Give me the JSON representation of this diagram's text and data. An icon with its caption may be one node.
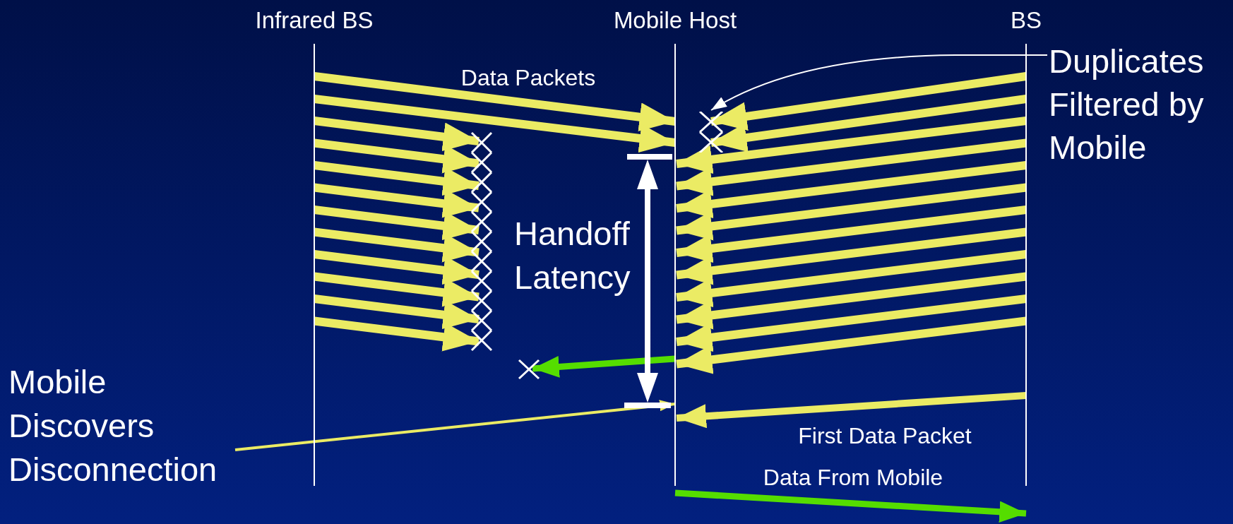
{
  "diagram": {
    "nodes": [
      {
        "text": [
          "Infrared BS"
        ]
      },
      {
        "text": [
          "Mobile Host"
        ]
      },
      {
        "text": [
          "BS"
        ]
      },
      {
        "text": [
          "Duplicates Filtered by Mobile"
        ]
      },
      {
        "text": [
          "Mobile Discovers Disconnection"
        ]
      },
      {
        "text": [],
        "shape": "cross"
      }
    ],
    "edges": [
      {
        "from": 0,
        "to": 1,
        "arrow": "to"
      },
      {
        "from": 0,
        "to": 1,
        "arrow": "to"
      },
      {
        "from": 0,
        "to": null,
        "arrow": "to"
      },
      {
        "from": 0,
        "to": null,
        "arrow": "to"
      },
      {
        "from": 0,
        "to": null,
        "arrow": "to"
      },
      {
        "from": 0,
        "to": null,
        "arrow": "to"
      },
      {
        "from": 0,
        "to": null,
        "arrow": "to"
      },
      {
        "from": 0,
        "to": null,
        "arrow": "to"
      },
      {
        "from": 0,
        "to": null,
        "arrow": "to"
      },
      {
        "from": 0,
        "to": null,
        "arrow": "to"
      },
      {
        "from": 0,
        "to": null,
        "arrow": "to"
      },
      {
        "from": 0,
        "to": null,
        "arrow": "to"
      },
      {
        "from": 2,
        "to": 5,
        "arrow": "to"
      },
      {
        "from": 2,
        "to": 5,
        "arrow": "to"
      },
      {
        "from": 2,
        "to": 1,
        "arrow": "to"
      },
      {
        "from": 2,
        "to": 1,
        "arrow": "to"
      },
      {
        "from": 2,
        "to": 1,
        "arrow": "to"
      },
      {
        "from": 2,
        "to": 1,
        "arrow": "to"
      },
      {
        "from": 2,
        "to": 1,
        "arrow": "to"
      },
      {
        "from": 2,
        "to": 1,
        "arrow": "to"
      },
      {
        "from": 2,
        "to": 1,
        "arrow": "to"
      },
      {
        "from": 2,
        "to": 1,
        "arrow": "to"
      },
      {
        "from": 2,
        "to": 1,
        "arrow": "to"
      },
      {
        "from": 2,
        "to": 1,
        "arrow": "to"
      },
      {
        "from": 2,
        "to": 1,
        "arrow": "to",
        "label": "First Data Packet"
      },
      {
        "from": 1,
        "to": null,
        "arrow": "to",
        "color": "#55dd00"
      },
      {
        "from": 1,
        "to": 2,
        "arrow": "to",
        "label": "Data From Mobile",
        "color": "#55dd00"
      },
      {
        "from": 3,
        "to": 5,
        "arrow": "to",
        "color": "#ffffff"
      },
      {
        "from": 4,
        "to": 1,
        "arrow": "to"
      }
    ],
    "labels": [
      "Data Packets",
      "Handoff Latency"
    ]
  }
}
